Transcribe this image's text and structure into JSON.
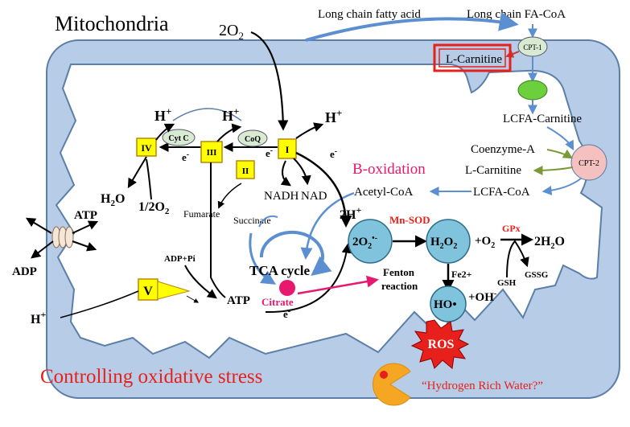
{
  "title": "Mitochondria",
  "footer": "Controlling oxidative stress",
  "hrw_label": "“Hydrogen Rich Water?”",
  "o2_label": "2O",
  "o2_sub": "2",
  "fatty_acid": "Long chain fatty acid",
  "fa_coa": "Long chain FA-CoA",
  "cpt1": "CPT-1",
  "l_carnitine_box": "L-Carnitine",
  "lcfa_carnitine": "LCFA-Carnitine",
  "coenzyme_a": "Coenzyme-A",
  "l_carnitine": "L-Carnitine",
  "lcfa_coa": "LCFA-CoA",
  "cpt2": "CPT-2",
  "b_oxidation": "B-oxidation",
  "acetyl_coa": "Acetyl-CoA",
  "complex_iv": "IV",
  "complex_iii": "III",
  "complex_ii": "II",
  "complex_i": "I",
  "complex_v": "V",
  "cyt_c": "Cyt C",
  "coq": "CoQ",
  "h_plus": "H",
  "plus": "+",
  "e_minus": "e",
  "minus": "-",
  "h2o": "H",
  "h2o_sub": "2",
  "h2o_o": "O",
  "half_o2": "1/2O",
  "half_o2_sub": "2",
  "atp": "ATP",
  "adp": "ADP",
  "adp_pi": "ADP+Pi",
  "nadh": "NADH",
  "nad": "NAD",
  "fumarate": "Fumarate",
  "succinate": "Succinate",
  "tca_cycle": "TCA cycle",
  "citrate": "Citrate",
  "two_h_plus": "2H",
  "mn_sod": "Mn-SOD",
  "superoxide": "2O",
  "superoxide_sub": "2",
  "superoxide_dot": "•",
  "h2o2": "H",
  "h2o2_sub1": "2",
  "h2o2_o": "O",
  "h2o2_sub2": "2",
  "plus_o2": "+O",
  "plus_o2_sub": "2",
  "gpx": "GPx",
  "two_h2o": "2H",
  "two_h2o_sub": "2",
  "two_h2o_o": "O",
  "gsh": "GSH",
  "gssg": "GSSG",
  "fe2": "Fe2+",
  "fenton": "Fenton",
  "reaction": "reaction",
  "ho_dot": "HO•",
  "oh_minus": "+OH",
  "ros": "ROS",
  "colors": {
    "membrane": "#b7cce6",
    "membrane_stroke": "#5b7fa8",
    "complex_yellow": "#ffff00",
    "cyt_green": "#d9ead3",
    "red": "#e8201c",
    "pink": "#e6196e",
    "circle_blue": "#7fc4dc",
    "arrow_blue": "#5b8fd1",
    "green_oval": "#6ccf3c",
    "cpt2_pink": "#f4c0c0",
    "pacman": "#f5a623"
  }
}
